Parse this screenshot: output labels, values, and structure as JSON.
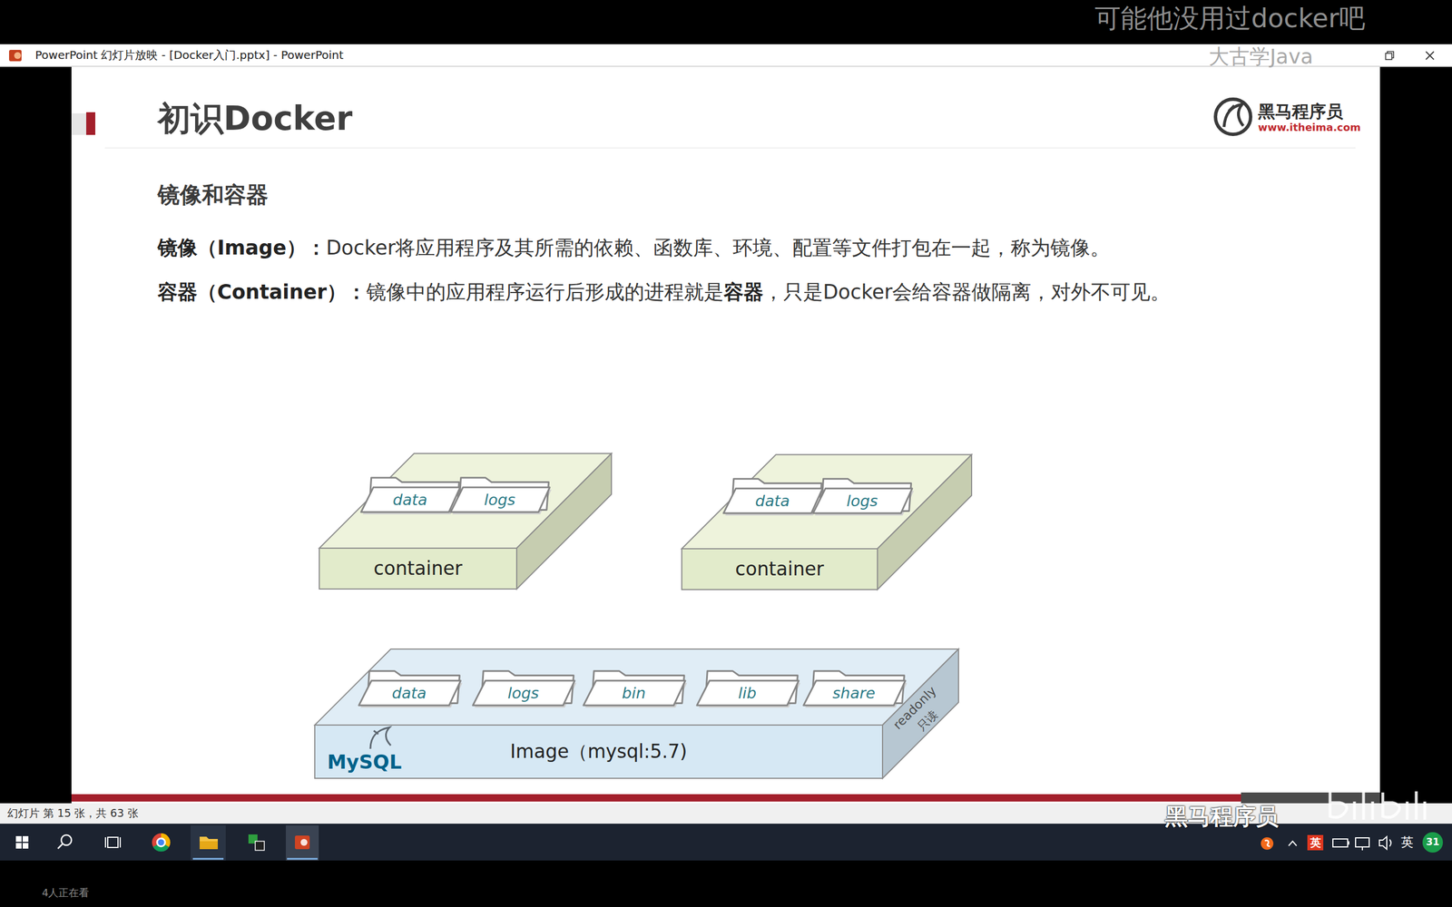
{
  "diagram": {
    "title": "初识Docker",
    "nodes": [
      {
        "text": [
          "container"
        ]
      },
      {
        "text": [
          "data"
        ],
        "in": 0
      },
      {
        "text": [
          "logs"
        ],
        "in": 0
      },
      {
        "text": [
          "container"
        ]
      },
      {
        "text": [
          "data"
        ],
        "in": 3
      },
      {
        "text": [
          "logs"
        ],
        "in": 3
      },
      {
        "text": [
          "Image（mysql:5.7)",
          "MySQL",
          "readonly",
          "只读"
        ]
      },
      {
        "text": [
          "data"
        ],
        "in": 6
      },
      {
        "text": [
          "logs"
        ],
        "in": 6
      },
      {
        "text": [
          "bin"
        ],
        "in": 6
      },
      {
        "text": [
          "lib"
        ],
        "in": 6
      },
      {
        "text": [
          "share"
        ],
        "in": 6
      }
    ],
    "labels": [
      "可能他没用过docker吧",
      "大古学Java",
      "PowerPoint 幻灯片放映 - [Docker入门.pptx] - PowerPoint",
      "黑马程序员",
      "www.itheima.com",
      "镜像和容器",
      "镜像（Image）：",
      "Docker将应用程序及其所需的依赖、函数库、环境、配置等文件打包在一起，称为镜像。",
      "容器（Container）：",
      "镜像中的应用程序运行后形成的进程就是",
      "容器",
      "，只是Docker会给容器做隔离，对外不可见。",
      "幻灯片 第 15 张，共 63 张",
      "黑马程序员",
      "英",
      "英",
      "31",
      "4人正在看"
    ]
  }
}
